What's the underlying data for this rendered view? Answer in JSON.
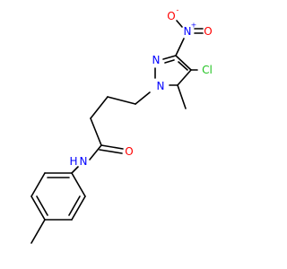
{
  "colors": {
    "bond": "#000000",
    "N": "#0000ff",
    "O": "#ff0000",
    "Cl": "#22c322",
    "C": "#000000"
  },
  "atoms": {
    "nitro_o_left": {
      "label": "O",
      "charge": "-"
    },
    "nitro_n": {
      "label": "N",
      "charge": "+"
    },
    "nitro_o_right": {
      "label": "O"
    },
    "chlorine": {
      "label": "Cl"
    },
    "pyrazole_n2": {
      "label": "N"
    },
    "pyrazole_n1": {
      "label": "N"
    },
    "amide_nh": {
      "label": "N",
      "h": "H"
    },
    "amide_o": {
      "label": "O"
    }
  }
}
